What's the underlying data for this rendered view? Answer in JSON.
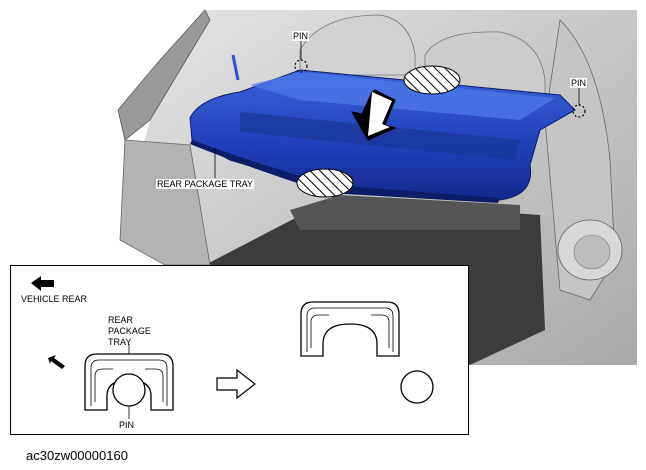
{
  "labels": {
    "pin_left": "PIN",
    "pin_right": "PIN",
    "rear_package_tray": "REAR PACKAGE TRAY"
  },
  "detail": {
    "vehicle_rear": "VEHICLE REAR",
    "tray_line1": "REAR",
    "tray_line2": "PACKAGE",
    "tray_line3": "TRAY",
    "pin": "PIN"
  },
  "caption": "ac30zw00000160",
  "colors": {
    "tray_blue": "#1f3fb8",
    "tray_highlight": "#4f7ae8",
    "interior_gray": "#b9b9b9"
  }
}
